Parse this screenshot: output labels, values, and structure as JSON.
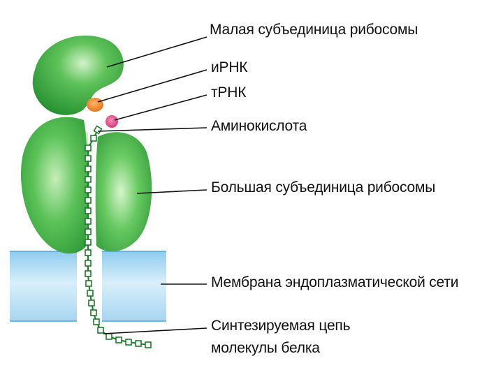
{
  "labels": {
    "small_subunit": "Малая субъединица рибосомы",
    "mrna": "иРНК",
    "trna": "тРНК",
    "amino_acid": "Аминокислота",
    "large_subunit": "Большая субъединица рибосомы",
    "er_membrane": "Мембрана эндоплазматической сети",
    "protein_chain_line1": "Синтезируемая цепь",
    "protein_chain_line2": "молекулы белка"
  },
  "colors": {
    "ribosome_green": "#3ba93b",
    "ribosome_light": "#c8eec0",
    "mrna_orange": "#e8761e",
    "trna_pink": "#dd3f7f",
    "membrane_blue": "#bfe1f5",
    "membrane_line": "#4aa5d8",
    "chain_green": "#1d7a2a"
  }
}
